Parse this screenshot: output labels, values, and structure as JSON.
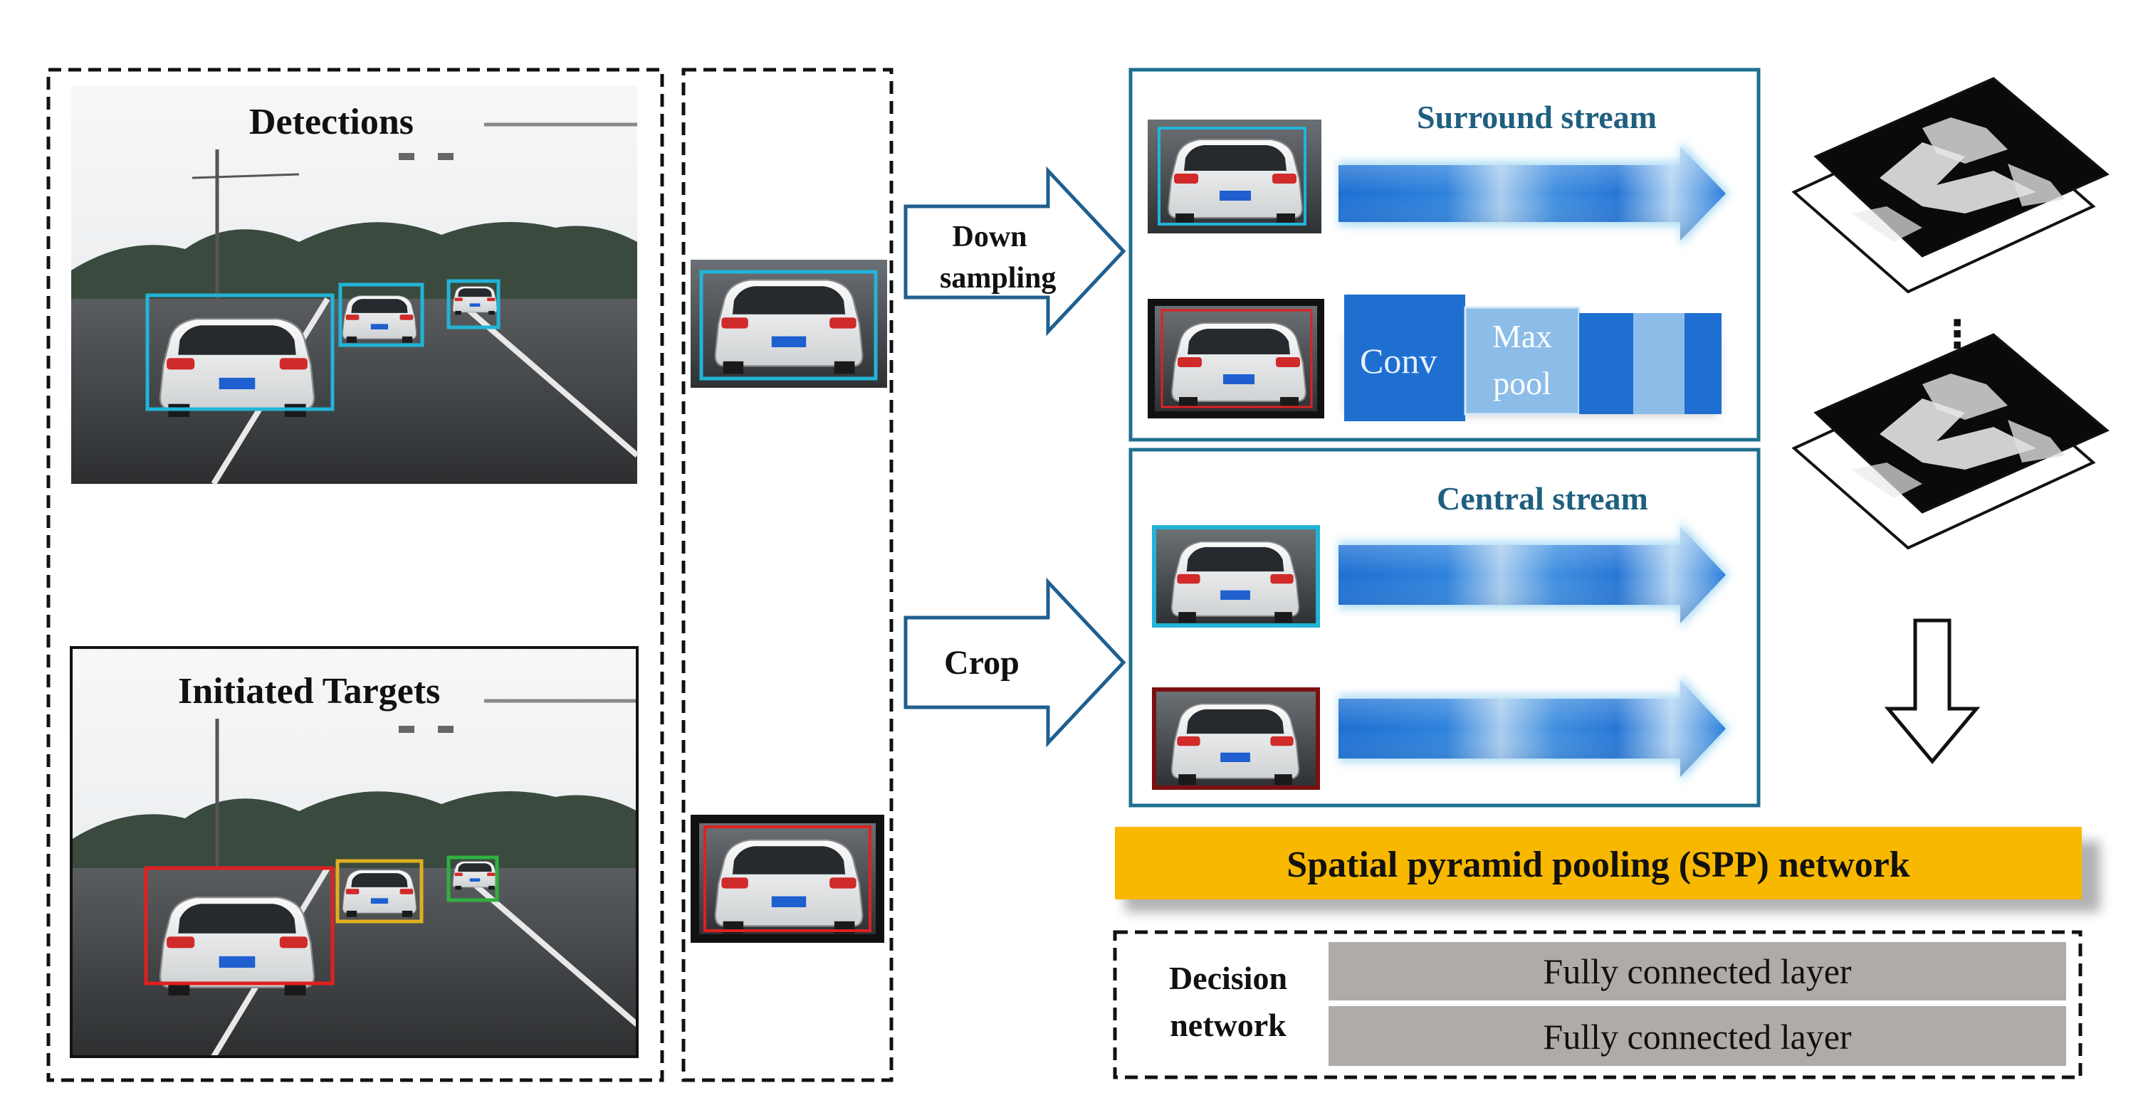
{
  "scenes": {
    "detections_label": "Detections",
    "targets_label": "Initiated Targets"
  },
  "operations": {
    "down_sampling_line1": "Down",
    "down_sampling_line2": "sampling",
    "crop": "Crop"
  },
  "streams": {
    "surround_title": "Surround stream",
    "central_title": "Central stream",
    "conv_label": "Conv",
    "maxpool_line1": "Max",
    "maxpool_line2": "pool"
  },
  "spp": {
    "label": "Spatial pyramid pooling (SPP) network"
  },
  "decision": {
    "line1": "Decision",
    "line2": "network",
    "fc1": "Fully connected layer",
    "fc2": "Fully connected layer"
  },
  "feature_maps": {
    "ellipsis": "⋮"
  },
  "colors": {
    "detection_box": "#22b4d8",
    "target_red": "#e02020",
    "target_yellow": "#e0b020",
    "target_green": "#30b040",
    "stream_border": "#1f6f8f",
    "arrow_blue": "#1f6fd0",
    "spp_yellow": "#f8b800",
    "fc_gray": "#b0aaa8"
  }
}
